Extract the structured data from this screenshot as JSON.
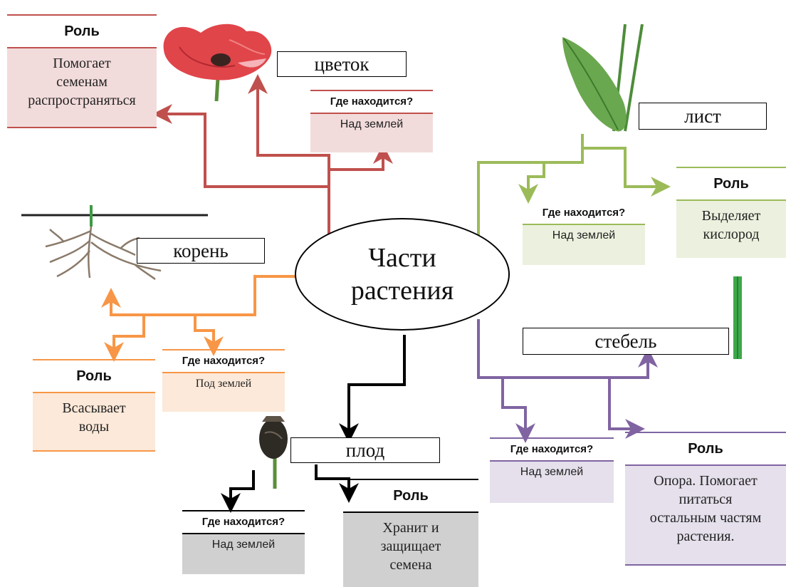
{
  "center": {
    "line1": "Части",
    "line2": "растения"
  },
  "parts": {
    "flower": {
      "name": "цветок",
      "where_label": "Где находится?",
      "where_value": "Над землей",
      "role_label": "Роль",
      "role_lines": [
        "Помогает",
        "семенам",
        "распространяться"
      ],
      "color": "#c0504d",
      "bg": "#f2dcdb"
    },
    "leaf": {
      "name": "лист",
      "where_label": "Где находится?",
      "where_value": "Над землей",
      "role_label": "Роль",
      "role_lines": [
        "Выделяет",
        "кислород"
      ],
      "color": "#9bbb59",
      "bg": "#ebf1de"
    },
    "root": {
      "name": "корень",
      "where_label": "Где находится?",
      "where_value": "Под землей",
      "role_label": "Роль",
      "role_lines": [
        "Всасывает",
        "воды"
      ],
      "color": "#f79646",
      "bg": "#fde9d9"
    },
    "stem": {
      "name": "стебель",
      "where_label": "Где находится?",
      "where_value": "Над землей",
      "role_label": "Роль",
      "role_lines": [
        "Опора. Помогает",
        "питаться",
        "остальным частям",
        "растения."
      ],
      "color": "#8064a2",
      "bg": "#e5e0ec"
    },
    "fruit": {
      "name": "плод",
      "where_label": "Где находится?",
      "where_value": "Над землей",
      "role_label": "Роль",
      "role_lines": [
        "Хранит и",
        "защищает",
        "семена"
      ],
      "color": "#000000",
      "bg": "#d0d0d0"
    }
  }
}
